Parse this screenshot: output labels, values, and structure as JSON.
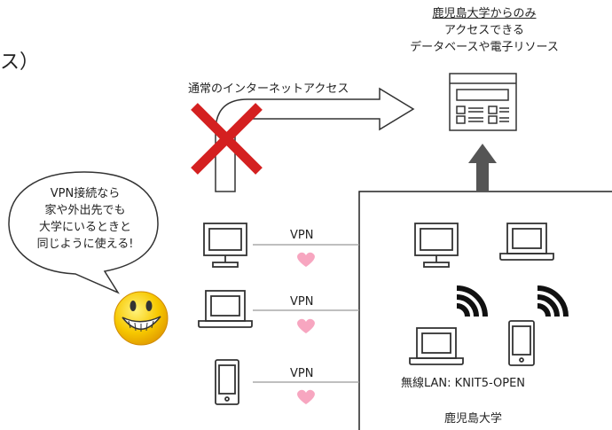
{
  "title_fragment": "ス）",
  "db_box": {
    "line1": "鹿児島大学からのみ",
    "line2": "アクセスできる",
    "line3": "データベースや電子リソース"
  },
  "normal_access_label": "通常のインターネットアクセス",
  "speech_bubble": {
    "line1": "VPN接続なら",
    "line2": "家や外出先でも",
    "line3": "大学にいるときと",
    "line4": "同じように使える!"
  },
  "vpn_labels": [
    "VPN",
    "VPN",
    "VPN"
  ],
  "campus": {
    "wireless_label": "無線LAN: KNIT5-OPEN",
    "name": "鹿児島大学"
  },
  "colors": {
    "cross": "#d42020",
    "heart": "#f7a6c0",
    "arrow_dark": "#555555",
    "smiley": "#f5c400"
  },
  "icons": [
    "monitor-icon",
    "laptop-icon",
    "tablet-icon",
    "wifi-icon",
    "smiley-icon",
    "heart-icon",
    "cross-icon",
    "web-page-icon"
  ]
}
